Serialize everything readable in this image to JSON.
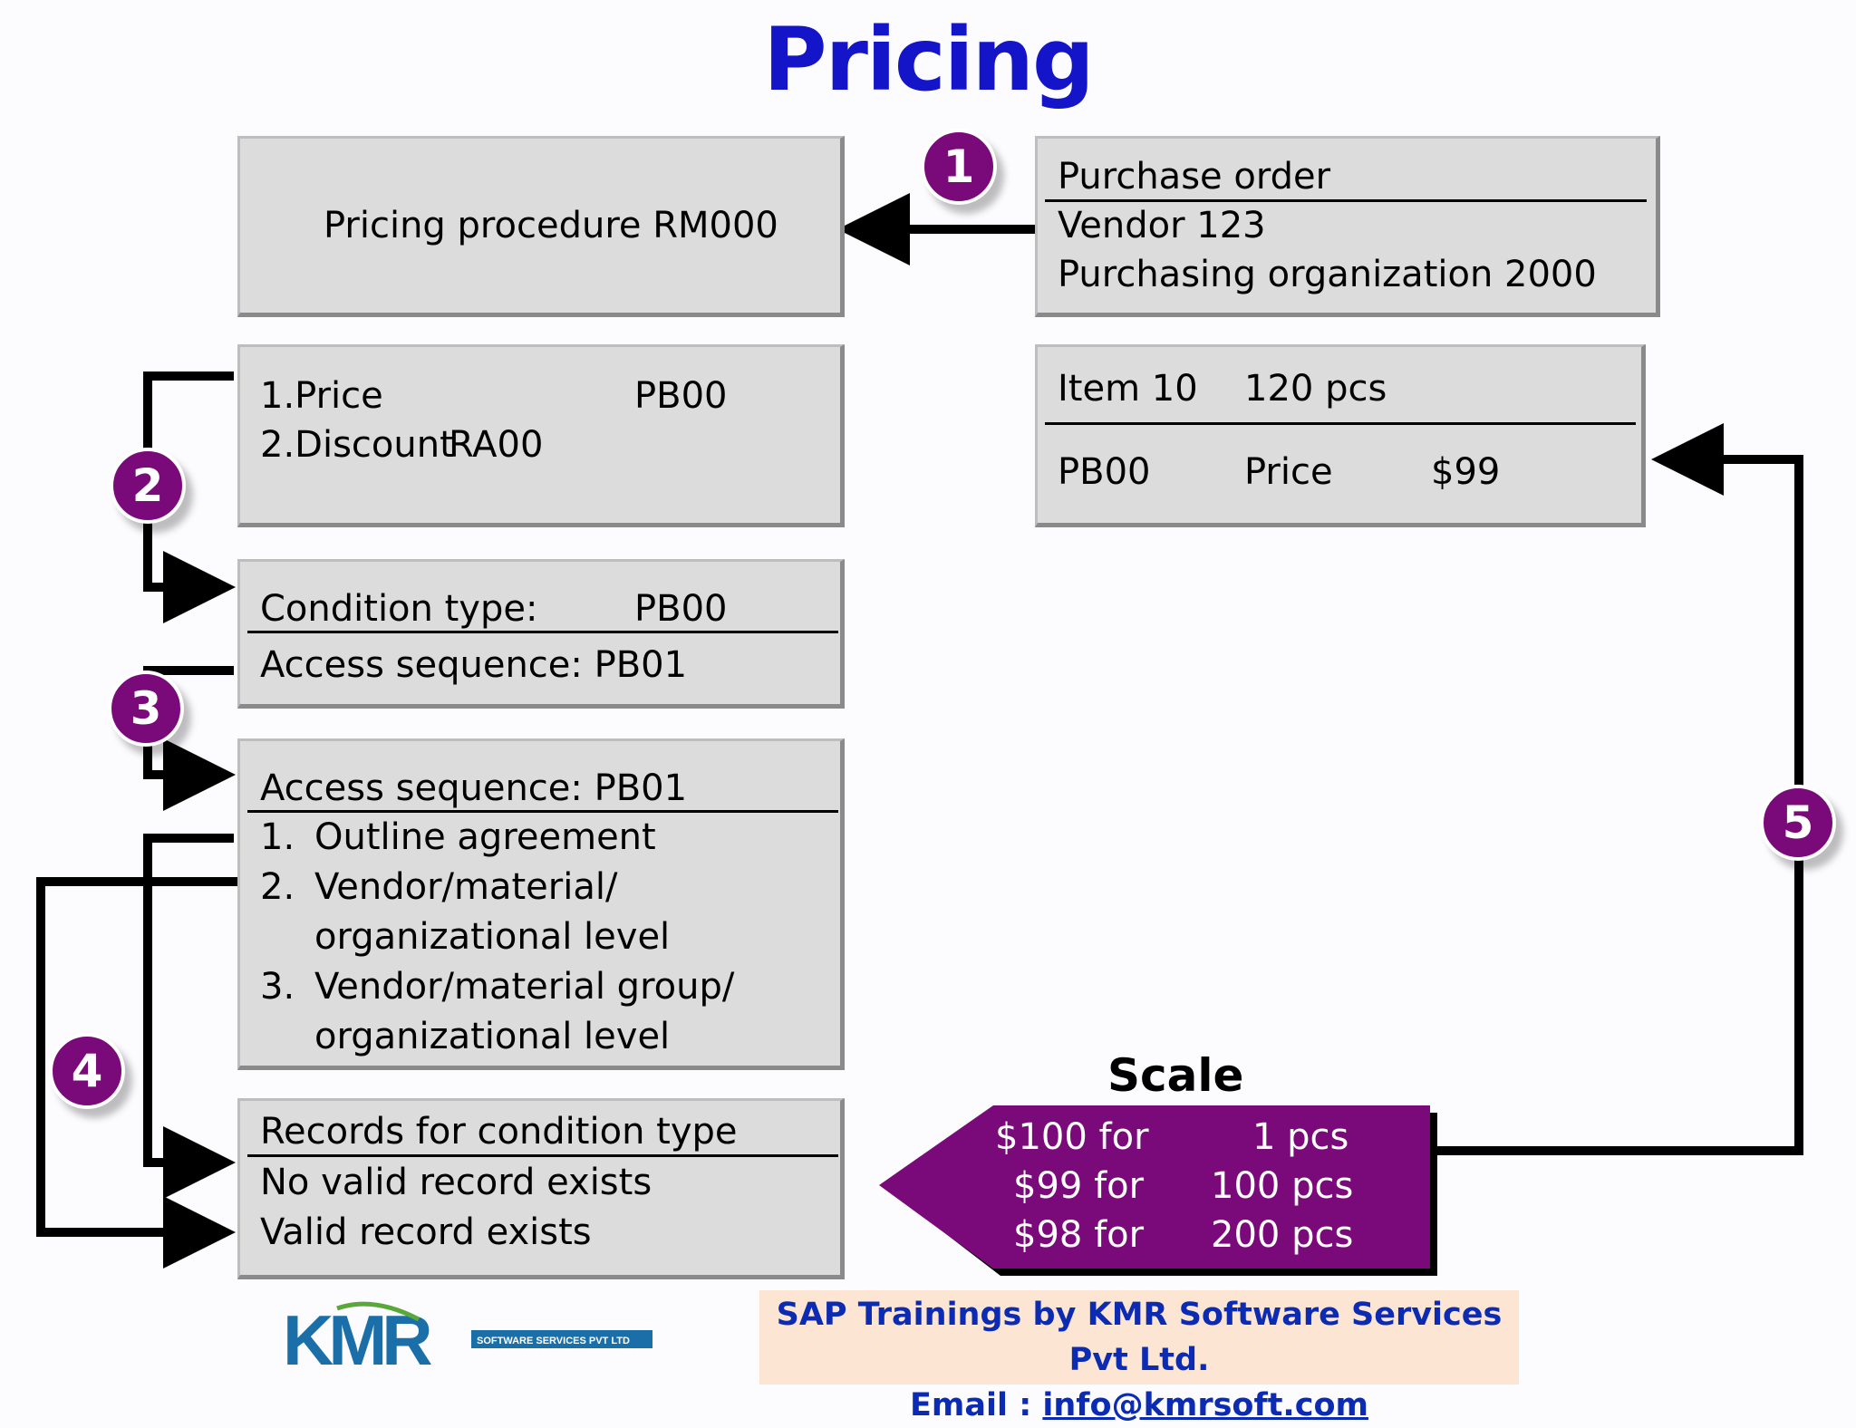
{
  "title": "Pricing",
  "badges": [
    "1",
    "2",
    "3",
    "4",
    "5"
  ],
  "pricing_procedure": {
    "label": "Pricing procedure RM000"
  },
  "purchase_order": {
    "heading": "Purchase order",
    "vendor": "Vendor 123",
    "purch_org": "Purchasing organization 2000"
  },
  "procedure_steps": {
    "step1_label": "1.Price",
    "step1_code": "PB00",
    "step2_label": "2.Discount",
    "step2_code": "RA00"
  },
  "item": {
    "item_label": "Item 10",
    "quantity": "120 pcs",
    "condition": "PB00",
    "price_label": "Price",
    "price_value": "$99"
  },
  "condition_type": {
    "label": "Condition type:",
    "value": "PB00",
    "access_sequence": "Access sequence: PB01"
  },
  "access_sequence": {
    "heading": "Access sequence: PB01",
    "items": [
      {
        "num": "1.",
        "line1": "Outline agreement",
        "line2": ""
      },
      {
        "num": "2.",
        "line1": "Vendor/material/",
        "line2": "organizational level"
      },
      {
        "num": "3.",
        "line1": "Vendor/material group/",
        "line2": "organizational level"
      }
    ]
  },
  "records": {
    "heading": "Records for condition type",
    "no_valid": "No valid record exists",
    "valid": "Valid record exists"
  },
  "scale": {
    "title": "Scale",
    "rows": [
      {
        "price": "$100 for",
        "qty": "1 pcs"
      },
      {
        "price": "$99 for",
        "qty": "100 pcs"
      },
      {
        "price": "$98 for",
        "qty": "200 pcs"
      }
    ]
  },
  "footer": {
    "line1": "SAP Trainings by KMR Software Services Pvt Ltd.",
    "email_label": "Email :",
    "email": "info@kmrsoft.com"
  },
  "logo": {
    "mark": "KMR",
    "tagline": "SOFTWARE SERVICES PVT LTD"
  },
  "colors": {
    "title": "#1414c8",
    "badge": "#7a0a7a",
    "scale_fill": "#7a0a7a",
    "box_fill": "#dcdcdc",
    "footer_bg": "#fde5d4",
    "footer_text": "#0c2bb3"
  }
}
